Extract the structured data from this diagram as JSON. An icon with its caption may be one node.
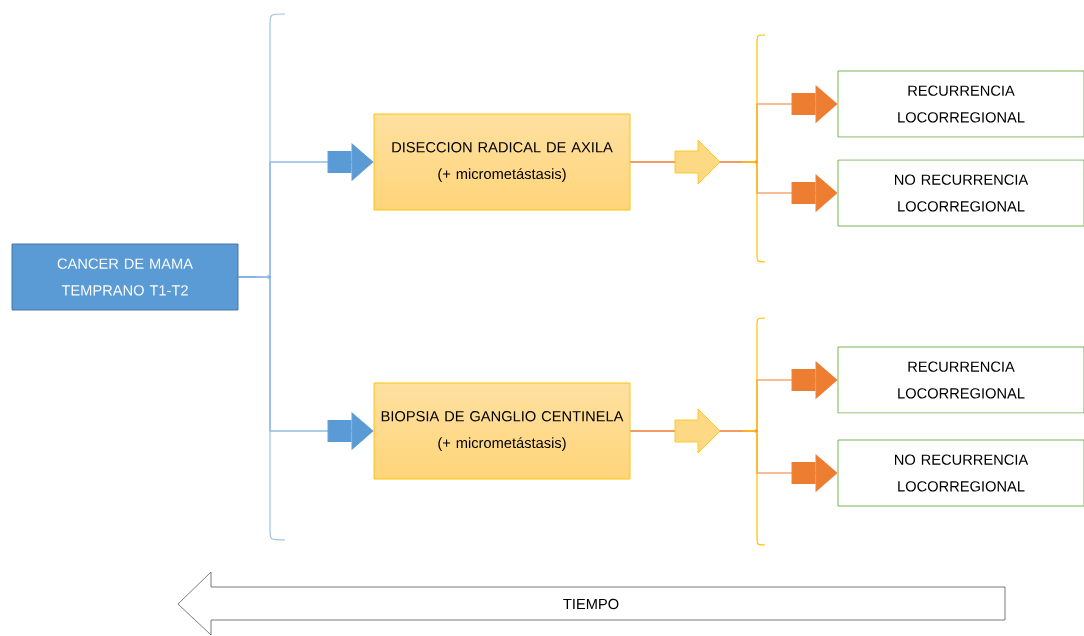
{
  "diagram": {
    "nodes": [
      {
        "text": [
          "CANCER DE MAMA TEMPRANO T1-T2"
        ]
      },
      {
        "text": [
          "DISECCION RADICAL DE AXILA",
          "(+ micrometástasis)"
        ]
      },
      {
        "text": [
          "BIOPSIA DE GANGLIO CENTINELA",
          "(+ micrometástasis)"
        ]
      },
      {
        "text": [
          "RECURRENCIA LOCORREGIONAL"
        ]
      },
      {
        "text": [
          "NO RECURRENCIA LOCORREGIONAL"
        ]
      },
      {
        "text": [
          "RECURRENCIA LOCORREGIONAL"
        ]
      },
      {
        "text": [
          "NO RECURRENCIA LOCORREGIONAL"
        ]
      },
      {
        "text": [
          "TIEMPO"
        ]
      }
    ],
    "edges": [
      {
        "from": 0,
        "to": 1,
        "arrow": "to",
        "color": "#5b9bd5"
      },
      {
        "from": 0,
        "to": 2,
        "arrow": "to",
        "color": "#5b9bd5"
      },
      {
        "from": 1,
        "to": 3,
        "arrow": "to"
      },
      {
        "from": 1,
        "to": 4,
        "arrow": "to"
      },
      {
        "from": 2,
        "to": 5,
        "arrow": "to"
      },
      {
        "from": 2,
        "to": 6,
        "arrow": "to"
      }
    ]
  }
}
